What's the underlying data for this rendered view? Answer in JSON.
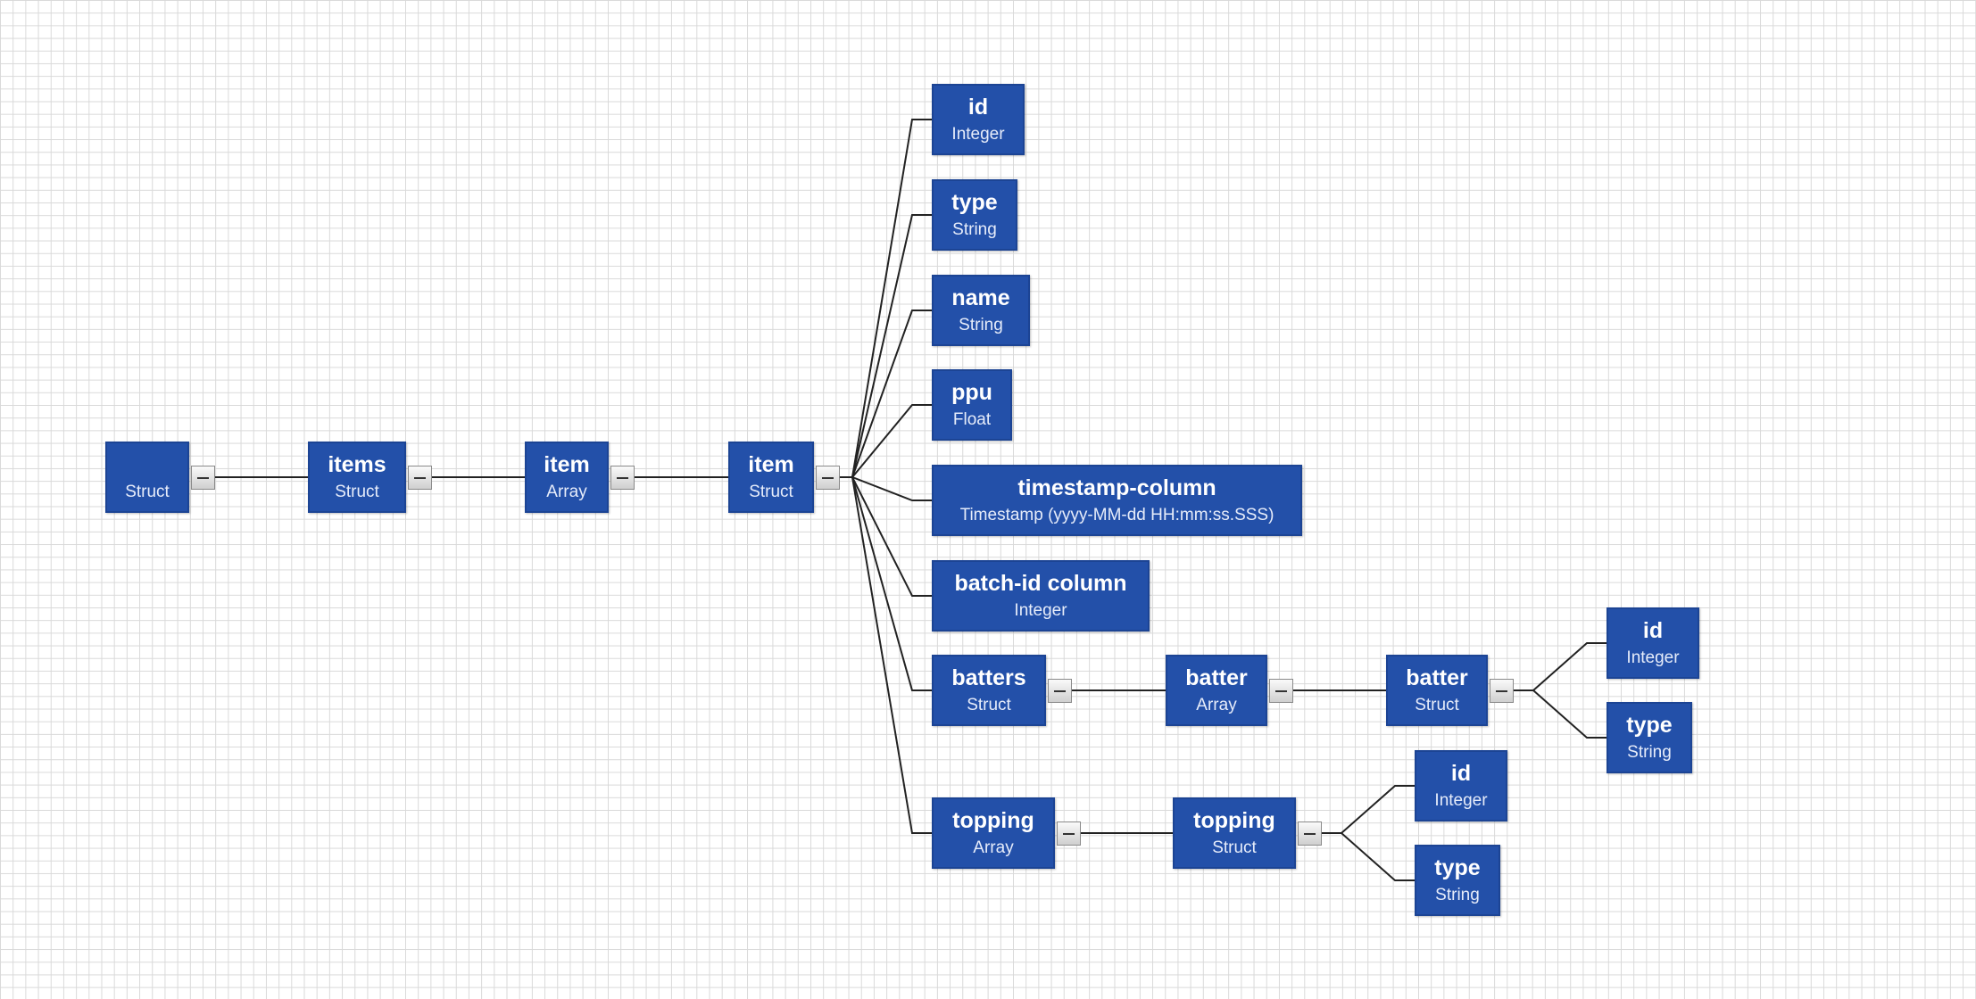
{
  "diagram": {
    "root": {
      "name": "",
      "type": "Struct"
    },
    "items": {
      "name": "items",
      "type": "Struct"
    },
    "item_array": {
      "name": "item",
      "type": "Array"
    },
    "item_struct": {
      "name": "item",
      "type": "Struct"
    },
    "id": {
      "name": "id",
      "type": "Integer"
    },
    "type": {
      "name": "type",
      "type": "String"
    },
    "name": {
      "name": "name",
      "type": "String"
    },
    "ppu": {
      "name": "ppu",
      "type": "Float"
    },
    "timestamp_column": {
      "name": "timestamp-column",
      "type": "Timestamp (yyyy-MM-dd HH:mm:ss.SSS)"
    },
    "batch_id_column": {
      "name": "batch-id column",
      "type": "Integer"
    },
    "batters": {
      "name": "batters",
      "type": "Struct"
    },
    "batter_array": {
      "name": "batter",
      "type": "Array"
    },
    "batter_struct": {
      "name": "batter",
      "type": "Struct"
    },
    "batter_id": {
      "name": "id",
      "type": "Integer"
    },
    "batter_type": {
      "name": "type",
      "type": "String"
    },
    "topping_array": {
      "name": "topping",
      "type": "Array"
    },
    "topping_struct": {
      "name": "topping",
      "type": "Struct"
    },
    "topping_id": {
      "name": "id",
      "type": "Integer"
    },
    "topping_type": {
      "name": "type",
      "type": "String"
    }
  },
  "colors": {
    "node_fill": "#2350a9",
    "node_border": "#1c4494",
    "edge": "#222222",
    "grid": "#d9d9d9"
  }
}
